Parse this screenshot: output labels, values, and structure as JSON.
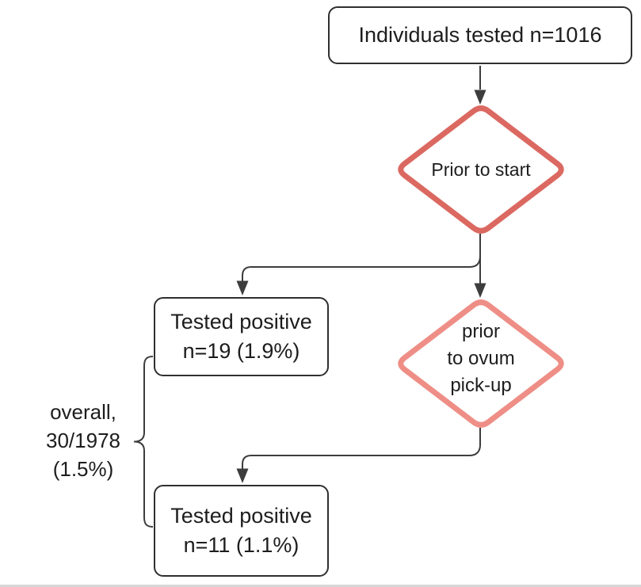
{
  "diagram": {
    "nodes": {
      "individuals_tested": {
        "label": "Individuals tested n=1016"
      },
      "prior_to_start": {
        "label": "Prior to start"
      },
      "tested_positive_1": {
        "label": "Tested positive\nn=19 (1.9%)"
      },
      "prior_to_ovum_pickup": {
        "label": "prior\nto ovum\npick-up"
      },
      "tested_positive_2": {
        "label": "Tested positive\nn=11 (1.1%)"
      },
      "overall_note": {
        "label": "overall,\n30/1978\n(1.5%)"
      }
    },
    "colors": {
      "decision_primary_border": "#db6961",
      "decision_secondary_border": "#ee8e86",
      "connector": "#3d3d3d",
      "node_border": "#2f2f2f",
      "text": "#1d1d1d",
      "background": "#ffffff"
    }
  }
}
